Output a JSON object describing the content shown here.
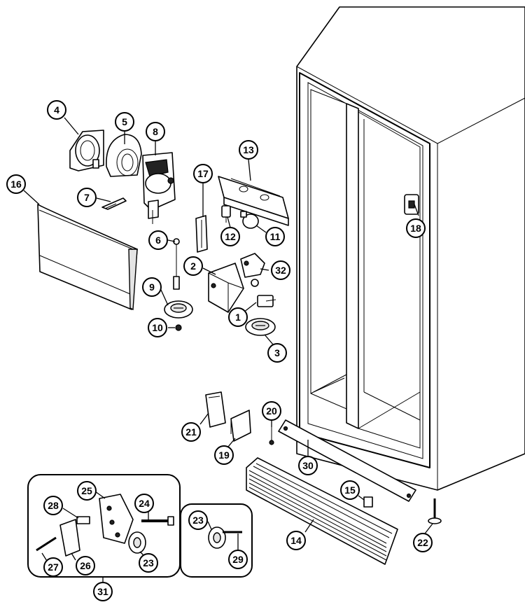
{
  "callouts": {
    "p1": "1",
    "p2": "2",
    "p3": "3",
    "p4": "4",
    "p5": "5",
    "p6": "6",
    "p7": "7",
    "p8": "8",
    "p9": "9",
    "p10": "10",
    "p11": "11",
    "p12": "12",
    "p13": "13",
    "p14": "14",
    "p15": "15",
    "p16": "16",
    "p17": "17",
    "p18": "18",
    "p19": "19",
    "p20": "20",
    "p21": "21",
    "p22": "22",
    "p23a": "23",
    "p23b": "23",
    "p24": "24",
    "p25": "25",
    "p26": "26",
    "p27": "27",
    "p28": "28",
    "p29": "29",
    "p30": "30",
    "p31": "31",
    "p32": "32"
  }
}
